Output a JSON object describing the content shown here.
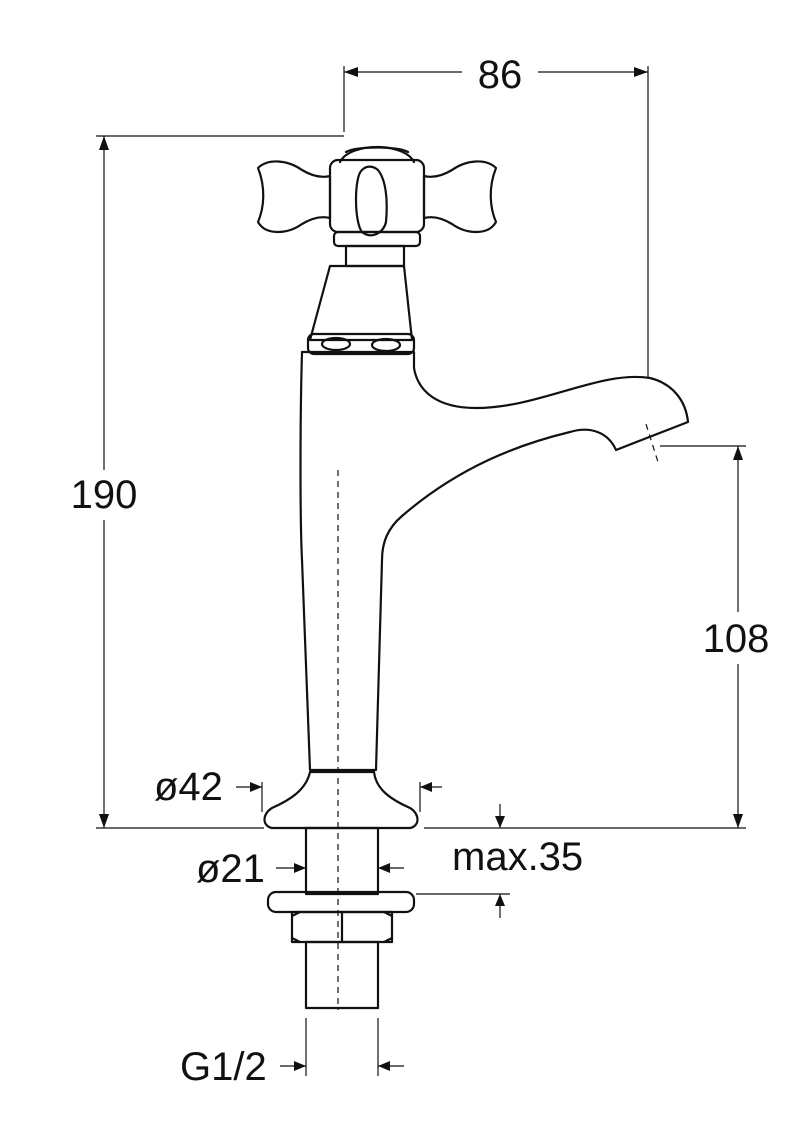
{
  "dimensions": {
    "width_86": "86",
    "height_190": "190",
    "spout_height_108": "108",
    "base_diameter": "ø42",
    "shank_diameter": "ø21",
    "max_thickness": "max.35",
    "thread": "G1/2"
  }
}
